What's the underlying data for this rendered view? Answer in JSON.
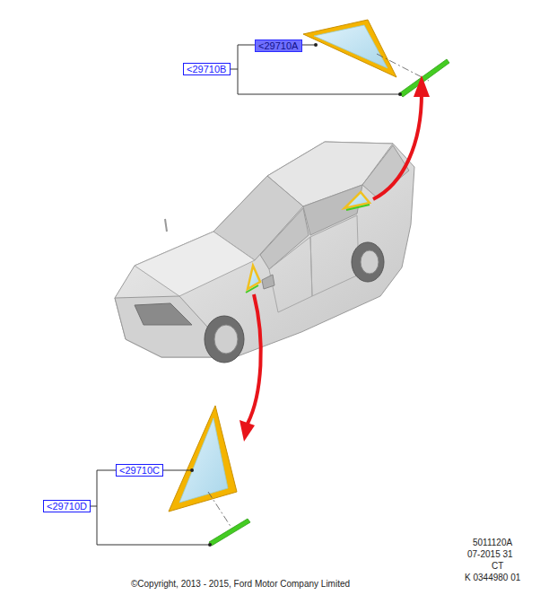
{
  "diagram": {
    "nodes": [
      {
        "text": [
          "<29710A"
        ]
      },
      {
        "text": [
          "<29710B"
        ]
      },
      {
        "text": [
          "<29710C"
        ]
      },
      {
        "text": [
          "<29710D"
        ]
      }
    ],
    "labels": [
      "5011120A",
      "07-2015 31",
      "CT",
      "K 0344980 01",
      "©Copyright, 2013 - 2015, Ford Motor Company Limited"
    ]
  }
}
